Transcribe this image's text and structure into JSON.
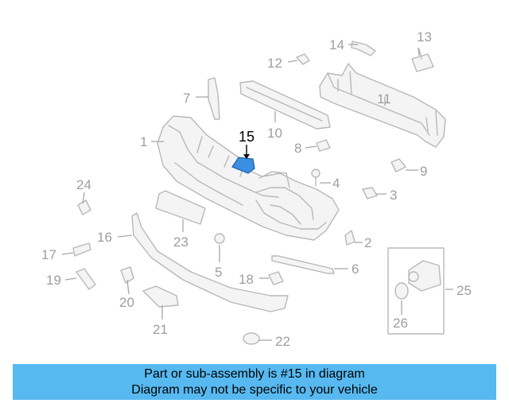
{
  "diagram": {
    "callouts": [
      "1",
      "2",
      "3",
      "4",
      "5",
      "6",
      "7",
      "8",
      "9",
      "10",
      "11",
      "12",
      "13",
      "14",
      "15",
      "16",
      "17",
      "18",
      "19",
      "20",
      "21",
      "22",
      "23",
      "24",
      "25",
      "26"
    ],
    "highlight_index": 14,
    "highlight_color": "#3a8fe0"
  },
  "banner": {
    "line1": "Part or sub-assembly is #15 in diagram",
    "line2": "Diagram may not be specific to your vehicle",
    "background": "#57b9f0"
  }
}
